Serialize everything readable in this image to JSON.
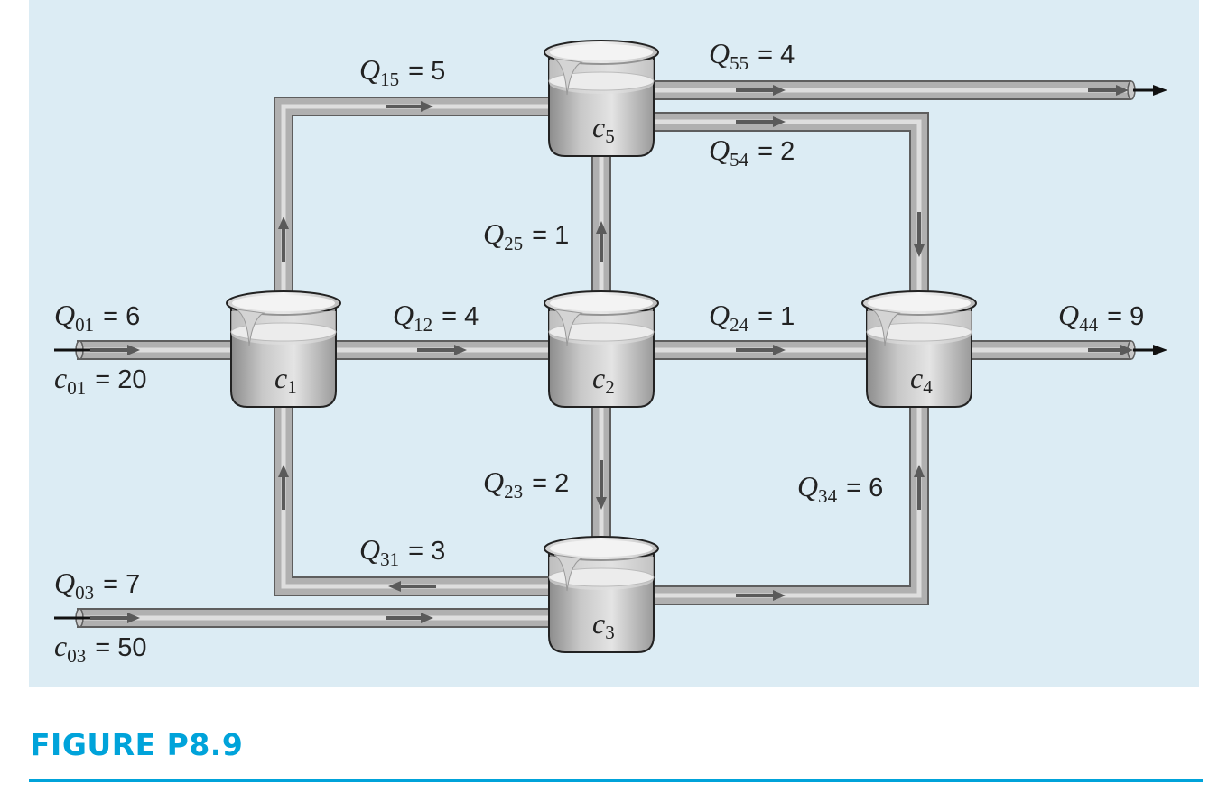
{
  "figure_title": "FIGURE P8.9",
  "reactors": [
    {
      "id": "c1",
      "var": "c",
      "sub": "1"
    },
    {
      "id": "c2",
      "var": "c",
      "sub": "2"
    },
    {
      "id": "c3",
      "var": "c",
      "sub": "3"
    },
    {
      "id": "c4",
      "var": "c",
      "sub": "4"
    },
    {
      "id": "c5",
      "var": "c",
      "sub": "5"
    }
  ],
  "labels": {
    "Q01": {
      "var": "Q",
      "sub": "01",
      "eq": "= 6"
    },
    "c01": {
      "var": "c",
      "sub": "01",
      "eq": "= 20"
    },
    "Q15": {
      "var": "Q",
      "sub": "15",
      "eq": "= 5"
    },
    "Q55": {
      "var": "Q",
      "sub": "55",
      "eq": "= 4"
    },
    "Q54": {
      "var": "Q",
      "sub": "54",
      "eq": "= 2"
    },
    "Q25": {
      "var": "Q",
      "sub": "25",
      "eq": "= 1"
    },
    "Q12": {
      "var": "Q",
      "sub": "12",
      "eq": "= 4"
    },
    "Q24": {
      "var": "Q",
      "sub": "24",
      "eq": "= 1"
    },
    "Q44": {
      "var": "Q",
      "sub": "44",
      "eq": "= 9"
    },
    "Q23": {
      "var": "Q",
      "sub": "23",
      "eq": "= 2"
    },
    "Q34": {
      "var": "Q",
      "sub": "34",
      "eq": "= 6"
    },
    "Q31": {
      "var": "Q",
      "sub": "31",
      "eq": "= 3"
    },
    "Q03": {
      "var": "Q",
      "sub": "03",
      "eq": "= 7"
    },
    "c03": {
      "var": "c",
      "sub": "03",
      "eq": "= 50"
    }
  },
  "colors": {
    "background": "#dcecf4",
    "accent": "#00a3da",
    "pipe": "#b4b4b4",
    "arrow": "#5a5a5a"
  }
}
